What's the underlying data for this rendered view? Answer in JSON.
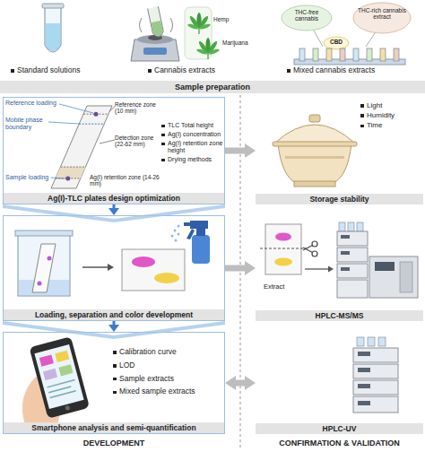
{
  "diagram": {
    "nodes": [
      {
        "text": [
          "Sample preparation"
        ]
      },
      {
        "text": [
          "Ag(I)-TLC plates design optimization"
        ]
      },
      {
        "text": [
          "Storage stability"
        ]
      },
      {
        "text": [
          "Loading, separation and color development"
        ]
      },
      {
        "text": [
          "HPLC-MS/MS"
        ]
      },
      {
        "text": [
          "Smartphone analysis and semi-quantification"
        ]
      },
      {
        "text": [
          "HPLC-UV"
        ]
      }
    ],
    "edges": [
      {
        "from": 1,
        "to": 3,
        "arrow": "to"
      },
      {
        "from": 3,
        "to": 5,
        "arrow": "to"
      },
      {
        "from": 1,
        "to": 2,
        "arrow": "to"
      },
      {
        "from": 3,
        "to": 4,
        "arrow": "to"
      },
      {
        "from": 5,
        "to": 6,
        "arrow": "both"
      }
    ],
    "labels": [
      "Standard solutions",
      "Cannabis extracts",
      "Mixed cannabis extracts",
      "Hemp",
      "Marijuana",
      "THC-free cannabis",
      "THC-rich cannabis extract",
      "CBD",
      "Reference loading",
      "Reference zone (10 mm)",
      "Mobile phase boundary",
      "Detection zone (22-62 mm)",
      "Sample loading",
      "Ag(I) retention zone (14-26 mm)",
      "TLC Total height",
      "Ag(I) concentration",
      "Ag(I) retention zone height",
      "Drying methods",
      "Light",
      "Humidity",
      "Time",
      "Extract",
      "Calibration curve",
      "LOD",
      "Sample extracts",
      "Mixed sample extracts",
      "DEVELOPMENT",
      "CONFIRMATION & VALIDATION"
    ]
  }
}
